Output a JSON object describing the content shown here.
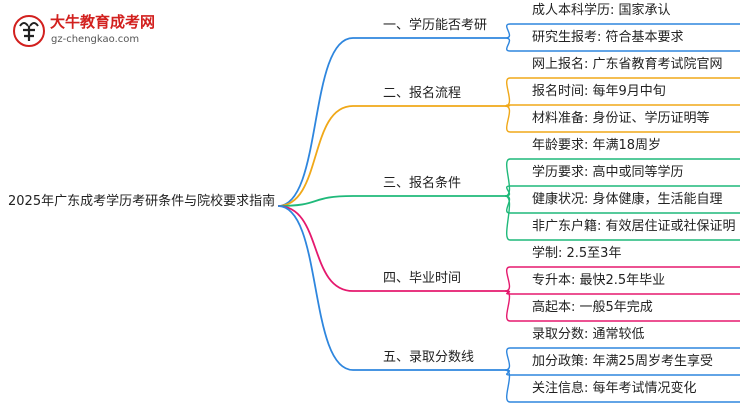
{
  "logo": {
    "title": "大牛教育成考网",
    "url": "gz-chengkao.com"
  },
  "root": "2025年广东成考学历考研条件与院校要求指南",
  "branches": [
    {
      "label": "一、学历能否考研",
      "color": "#2e86de",
      "leaves": [
        "成人本科学历: 国家承认",
        "研究生报考: 符合基本要求"
      ]
    },
    {
      "label": "二、报名流程",
      "color": "#f0a818",
      "leaves": [
        "网上报名: 广东省教育考试院官网",
        "报名时间: 每年9月中旬",
        "材料准备: 身份证、学历证明等"
      ]
    },
    {
      "label": "三、报名条件",
      "color": "#1fb97a",
      "leaves": [
        "年龄要求: 年满18周岁",
        "学历要求: 高中或同等学历",
        "健康状况: 身体健康，生活能自理",
        "非广东户籍: 有效居住证或社保证明"
      ]
    },
    {
      "label": "四、毕业时间",
      "color": "#e5196e",
      "leaves": [
        "学制: 2.5至3年",
        "专升本: 最快2.5年毕业",
        "高起本: 一般5年完成"
      ]
    },
    {
      "label": "五、录取分数线",
      "color": "#2e86de",
      "leaves": [
        "录取分数: 通常较低",
        "加分政策: 年满25周岁考生享受",
        "关注信息: 每年考试情况变化"
      ]
    }
  ]
}
